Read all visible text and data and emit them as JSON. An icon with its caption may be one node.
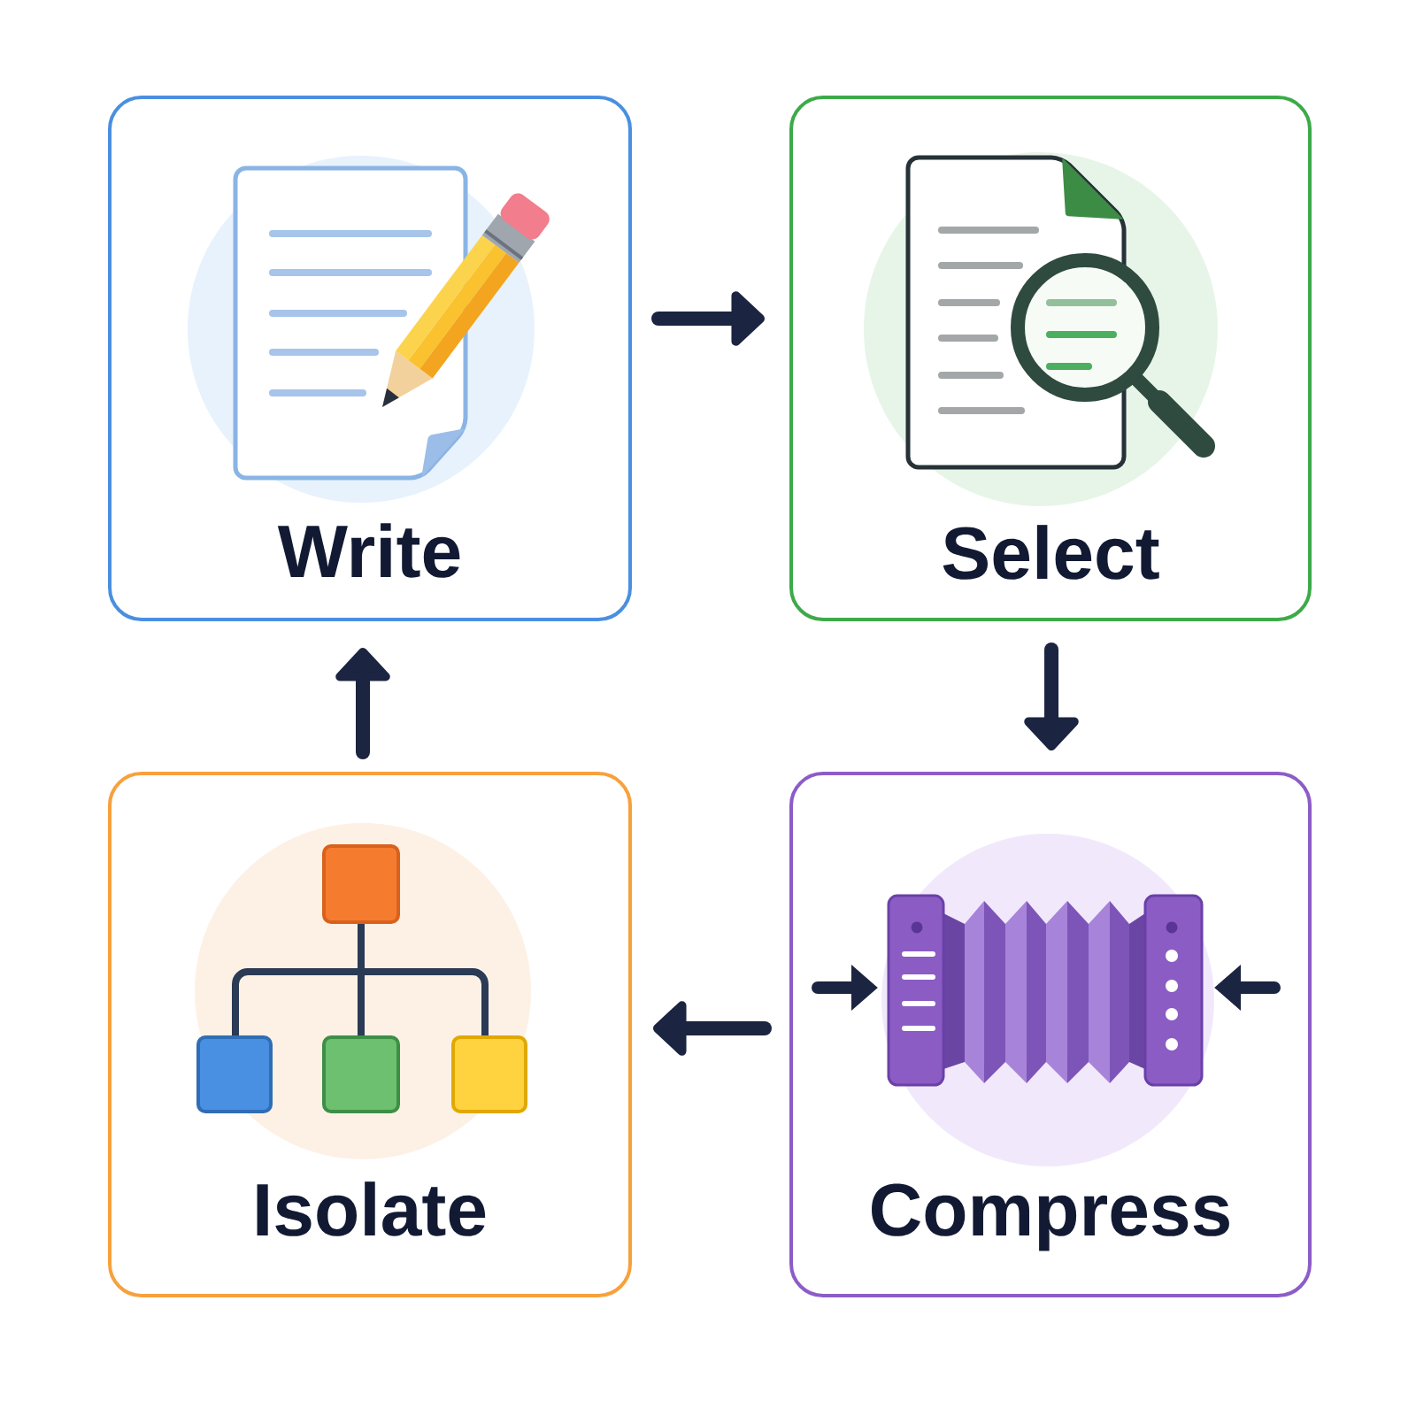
{
  "diagram": {
    "nodes": [
      {
        "text": [
          "Write"
        ]
      },
      {
        "text": [
          "Select"
        ]
      },
      {
        "text": [
          "Isolate"
        ]
      },
      {
        "text": [
          "Compress"
        ]
      }
    ],
    "edges": [
      {
        "from": 0,
        "to": 1,
        "arrow": "to"
      },
      {
        "from": 1,
        "to": 3,
        "arrow": "to"
      },
      {
        "from": 3,
        "to": 2,
        "arrow": "to"
      },
      {
        "from": 2,
        "to": 0,
        "arrow": "to"
      }
    ]
  }
}
